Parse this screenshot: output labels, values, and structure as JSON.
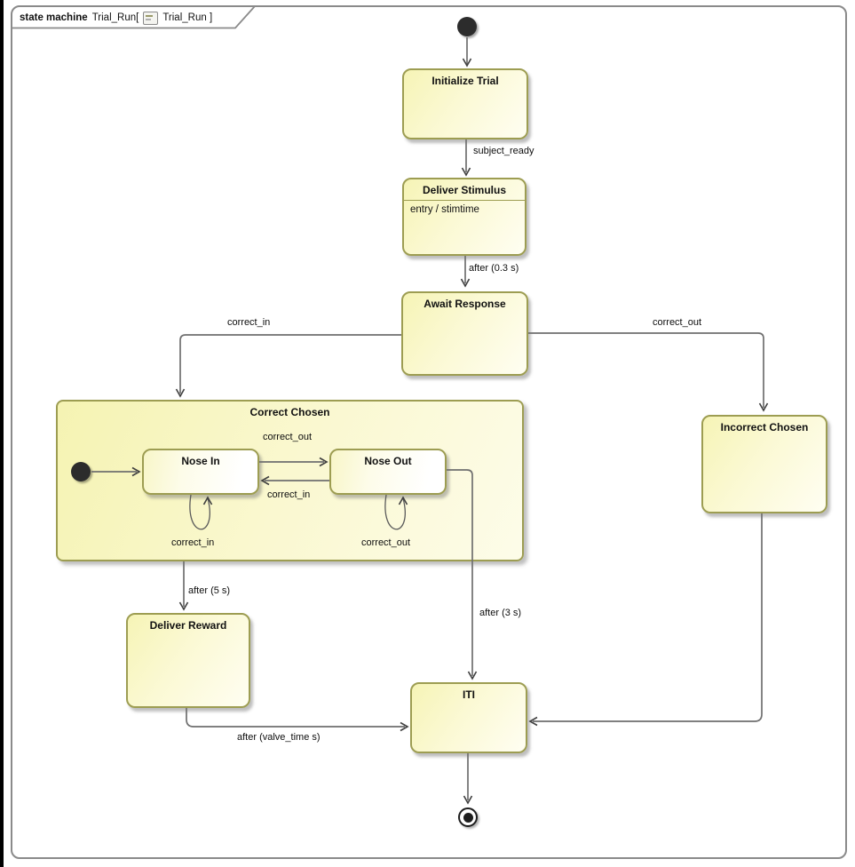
{
  "frame": {
    "keyword": "state machine",
    "diagram_name": "Trial_Run[",
    "diagram_ref": "Trial_Run ]"
  },
  "states": {
    "initialize_trial": {
      "label": "Initialize Trial"
    },
    "deliver_stimulus": {
      "label": "Deliver Stimulus",
      "internal_behavior": "entry / stimtime"
    },
    "await_response": {
      "label": "Await Response"
    },
    "correct_chosen": {
      "label": "Correct Chosen"
    },
    "nose_in": {
      "label": "Nose In"
    },
    "nose_out": {
      "label": "Nose Out"
    },
    "incorrect_chosen": {
      "label": "Incorrect Chosen"
    },
    "deliver_reward": {
      "label": "Deliver Reward"
    },
    "iti": {
      "label": "ITI"
    }
  },
  "transitions": {
    "subject_ready": {
      "label": "subject_ready"
    },
    "after_stimulus": {
      "label": "after (0.3 s)"
    },
    "correct_in_main": {
      "label": "correct_in"
    },
    "correct_out_main": {
      "label": "correct_out"
    },
    "nose_in_to_nose_out": {
      "label": "correct_out"
    },
    "nose_out_to_nose_in": {
      "label": "correct_in"
    },
    "nose_in_self": {
      "label": "correct_in"
    },
    "nose_out_self": {
      "label": "correct_out"
    },
    "correct_to_reward": {
      "label": "after (5 s)"
    },
    "nose_out_to_iti": {
      "label": "after (3 s)"
    },
    "reward_to_iti": {
      "label": "after (valve_time s)"
    }
  },
  "colors": {
    "state_fill": "#f6f4b6",
    "state_border": "#9d9d52",
    "connector": "#6f6f6f",
    "frame_border": "#8a8a8a"
  }
}
